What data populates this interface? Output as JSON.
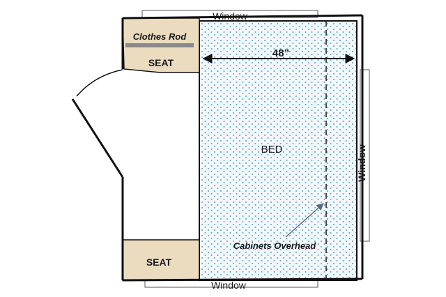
{
  "labels": {
    "window_top": "Window",
    "window_bottom": "Window",
    "window_right": "Window",
    "clothes_rod": "Clothes Rod",
    "seat_top": "SEAT",
    "seat_bottom": "SEAT",
    "bed": "BED",
    "dimension": "48”",
    "cabinets": "Cabinets Overhead"
  },
  "colors": {
    "wall": "#111111",
    "seat_fill": "#ecdcbf",
    "bed_fill": "#f2f8fc",
    "bed_dots": "#5aa6d6",
    "rod": "#8a8a8a",
    "arrow": "#5a6b7b"
  }
}
